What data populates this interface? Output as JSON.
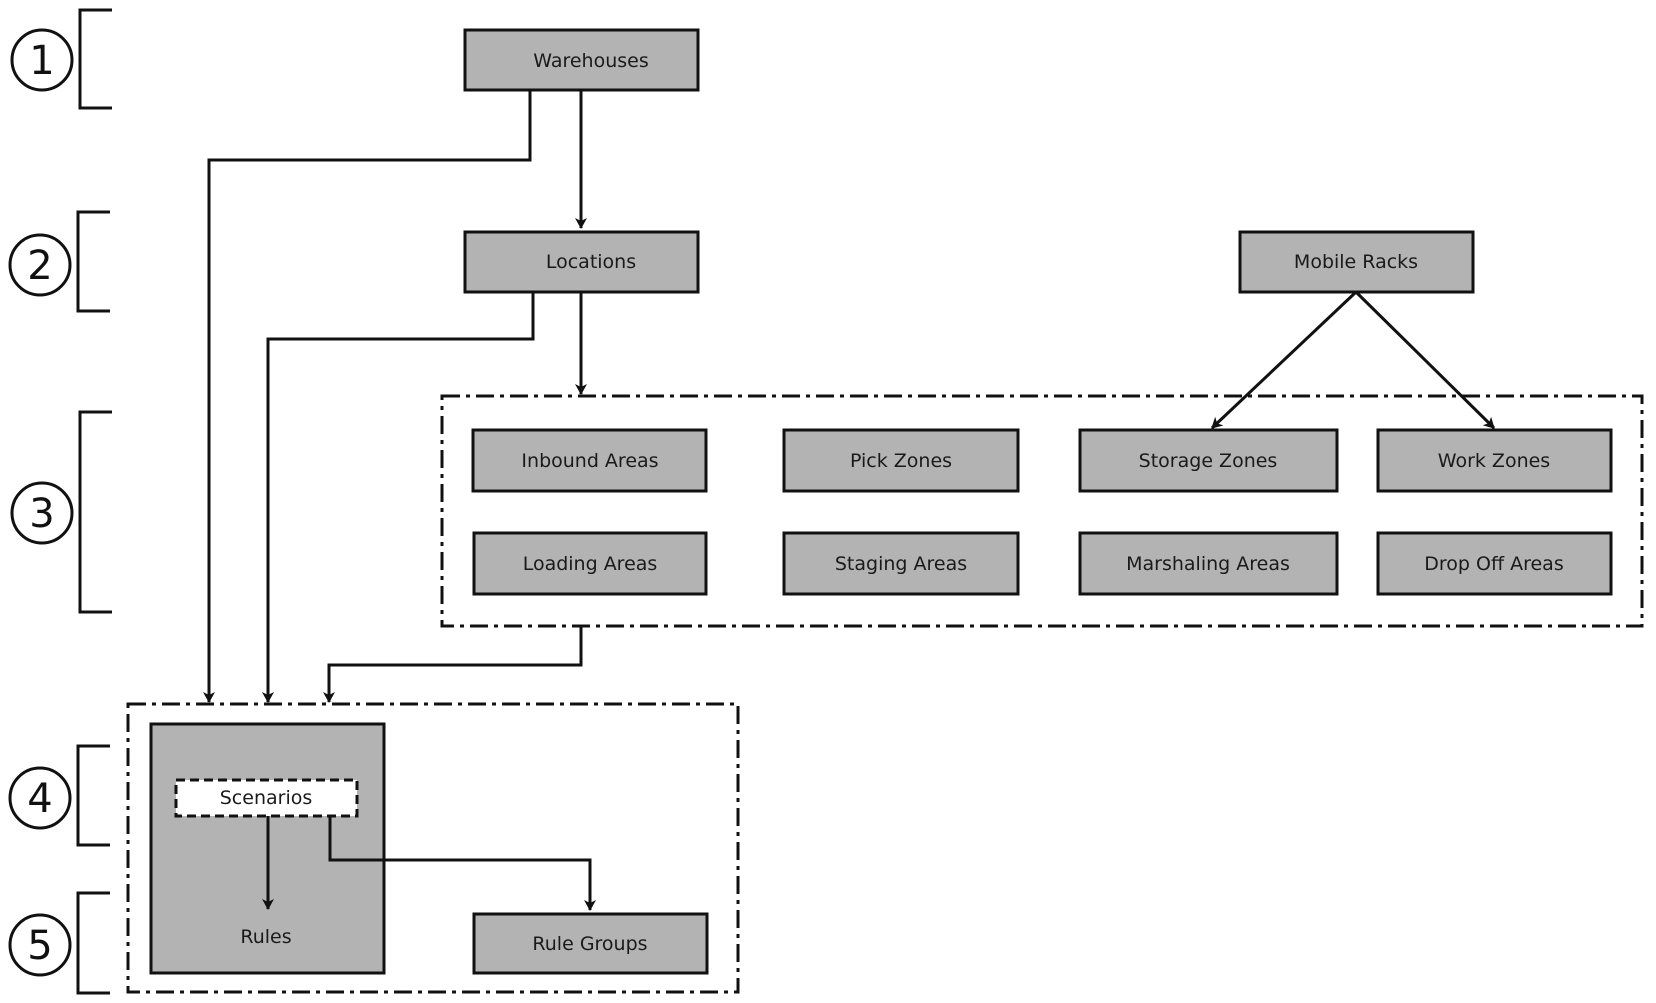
{
  "levels": [
    "1",
    "2",
    "3",
    "4",
    "5"
  ],
  "nodes": {
    "warehouses": "Warehouses",
    "locations": "Locations",
    "mobile_racks": "Mobile Racks",
    "inbound_areas": "Inbound Areas",
    "pick_zones": "Pick Zones",
    "storage_zones": "Storage Zones",
    "work_zones": "Work Zones",
    "loading_areas": "Loading Areas",
    "staging_areas": "Staging Areas",
    "marshaling_areas": "Marshaling Areas",
    "drop_off_areas": "Drop Off Areas",
    "scenarios": "Scenarios",
    "rules": "Rules",
    "rule_groups": "Rule Groups"
  },
  "colors": {
    "box_fill": "#b3b3b3",
    "stroke": "#111111"
  }
}
